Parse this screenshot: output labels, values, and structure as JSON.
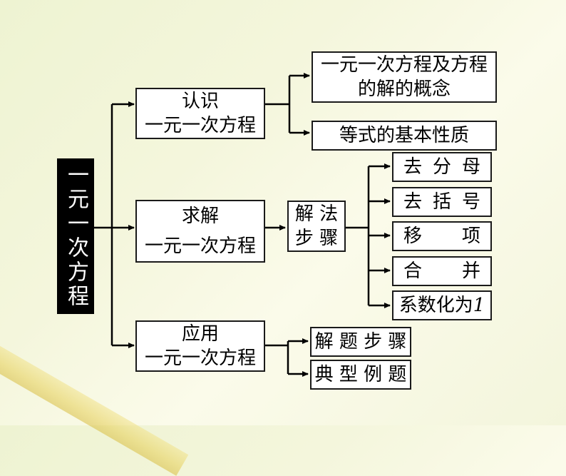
{
  "root": {
    "label": "一元一次方程"
  },
  "branches": [
    {
      "line1": "认识",
      "line2": "一元一次方程"
    },
    {
      "line1": "求解",
      "line2": "一元一次方程"
    },
    {
      "line1": "应用",
      "line2": "一元一次方程"
    }
  ],
  "recognize": {
    "items": [
      {
        "line1": "一元一次方程及方程",
        "line2": "的解的概念"
      },
      {
        "label": "等式的基本性质"
      }
    ]
  },
  "solve": {
    "method_line1": "解 法",
    "method_line2": "步 骤",
    "steps": [
      {
        "a": "去",
        "b": "分",
        "c": "母"
      },
      {
        "a": "去",
        "b": "括",
        "c": "号"
      },
      {
        "a": "移",
        "b": "项"
      },
      {
        "a": "合",
        "b": "并"
      },
      {
        "label": "系数化为",
        "num": "1"
      }
    ]
  },
  "apply": {
    "items": [
      "解 题 步 骤",
      "典 型 例 题"
    ]
  }
}
